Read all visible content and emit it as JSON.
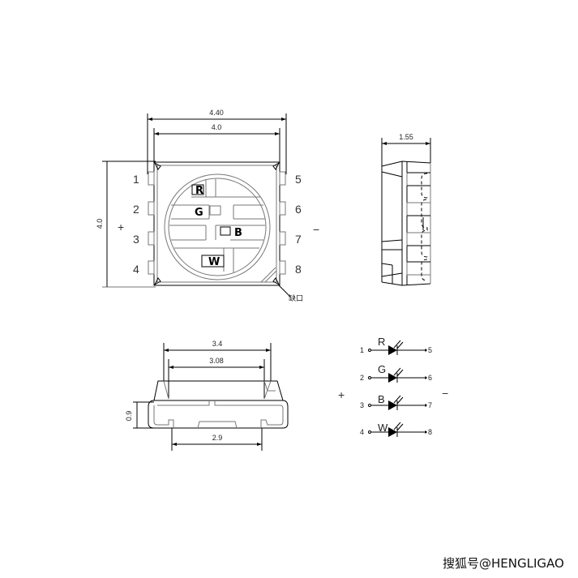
{
  "top_view": {
    "dim_outer_width": "4.40",
    "dim_body_width": "4.0",
    "dim_height": "4.0",
    "left_pins": [
      "1",
      "2",
      "3",
      "4"
    ],
    "right_pins": [
      "5",
      "6",
      "7",
      "8"
    ],
    "polarity_left": "+",
    "polarity_right": "−",
    "chips": [
      "R",
      "G",
      "B",
      "W"
    ],
    "notch_label": "缺口"
  },
  "side_view": {
    "dim_width": "1.55"
  },
  "front_view": {
    "dim_top": "3.4",
    "dim_inner": "3.08",
    "dim_bottom": "2.9",
    "dim_height": "0.9"
  },
  "schematic": {
    "polarity_left": "+",
    "polarity_right": "−",
    "rows": [
      {
        "anode": "1",
        "label": "R",
        "cathode": "5"
      },
      {
        "anode": "2",
        "label": "G",
        "cathode": "6"
      },
      {
        "anode": "3",
        "label": "B",
        "cathode": "7"
      },
      {
        "anode": "4",
        "label": "W",
        "cathode": "8"
      }
    ]
  },
  "watermark": "搜狐号@HENGLIGAO"
}
